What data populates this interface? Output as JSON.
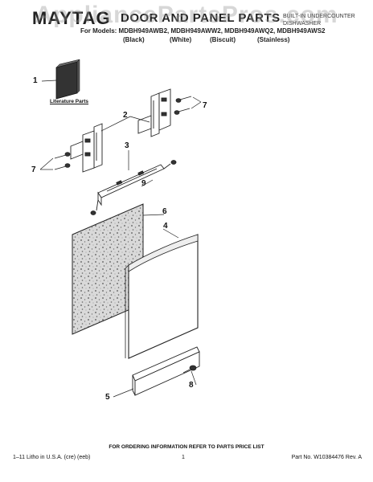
{
  "header": {
    "brand": "MAYTAG",
    "title": "DOOR AND PANEL PARTS",
    "appliance_type_line1": "BUILT-IN UNDERCOUNTER",
    "appliance_type_line2": "DISHWASHER",
    "models": "For Models: MDBH949AWB2, MDBH949AWW2, MDBH949AWQ2, MDBH949AWS2",
    "colors": [
      "(Black)",
      "(White)",
      "(Biscuit)",
      "(Stainless)"
    ]
  },
  "watermark": "AppliancePartsPros.com",
  "literature_label": "Literature Parts",
  "callouts": {
    "c1": "1",
    "c2": "2",
    "c3": "3",
    "c4": "4",
    "c5": "5",
    "c6": "6",
    "c7a": "7",
    "c7b": "7",
    "c8": "8",
    "c9": "9"
  },
  "footer": {
    "ordering": "FOR ORDERING INFORMATION REFER TO PARTS PRICE LIST",
    "litho": "1–11 Litho in U.S.A. (cre) (eeb)",
    "page": "1",
    "part_no": "Part No. W10384476 Rev. A"
  }
}
